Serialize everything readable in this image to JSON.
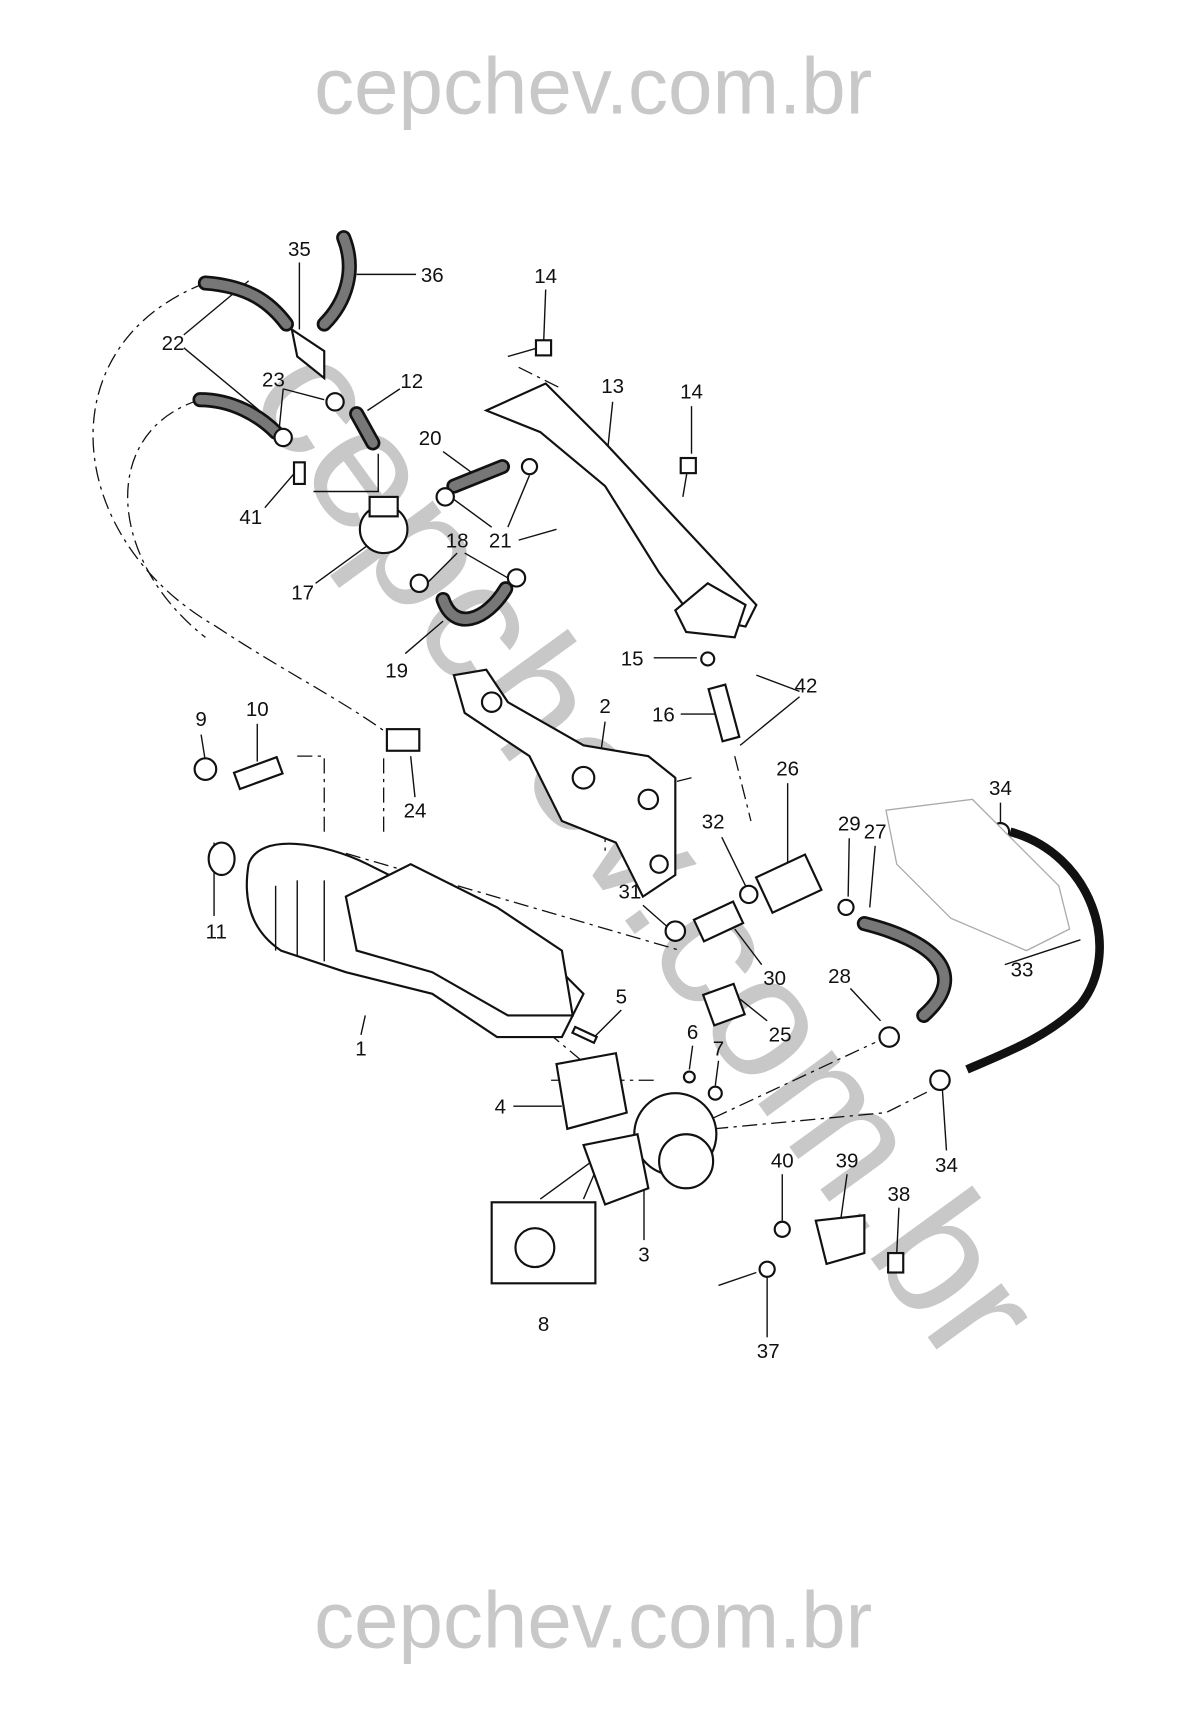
{
  "watermark": {
    "text": "cepchev.com.br",
    "color": "#c8c8c8"
  },
  "callouts": {
    "c35": "35",
    "c36": "36",
    "c14a": "14",
    "c22": "22",
    "c23": "23",
    "c12": "12",
    "c13": "13",
    "c14b": "14",
    "c20": "20",
    "c41": "41",
    "c21": "21",
    "c18": "18",
    "c17": "17",
    "c15": "15",
    "c42": "42",
    "c19": "19",
    "c2": "2",
    "c9": "9",
    "c10": "10",
    "c16": "16",
    "c26": "26",
    "c34a": "34",
    "c24": "24",
    "c29": "29",
    "c32": "32",
    "c27": "27",
    "c31": "31",
    "c11": "11",
    "c30": "30",
    "c28": "28",
    "c33": "33",
    "c5": "5",
    "c6": "6",
    "c25": "25",
    "c7": "7",
    "c1": "1",
    "c4": "4",
    "c34b": "34",
    "c40": "40",
    "c39": "39",
    "c38": "38",
    "c3": "3",
    "c8": "8",
    "c37": "37"
  }
}
